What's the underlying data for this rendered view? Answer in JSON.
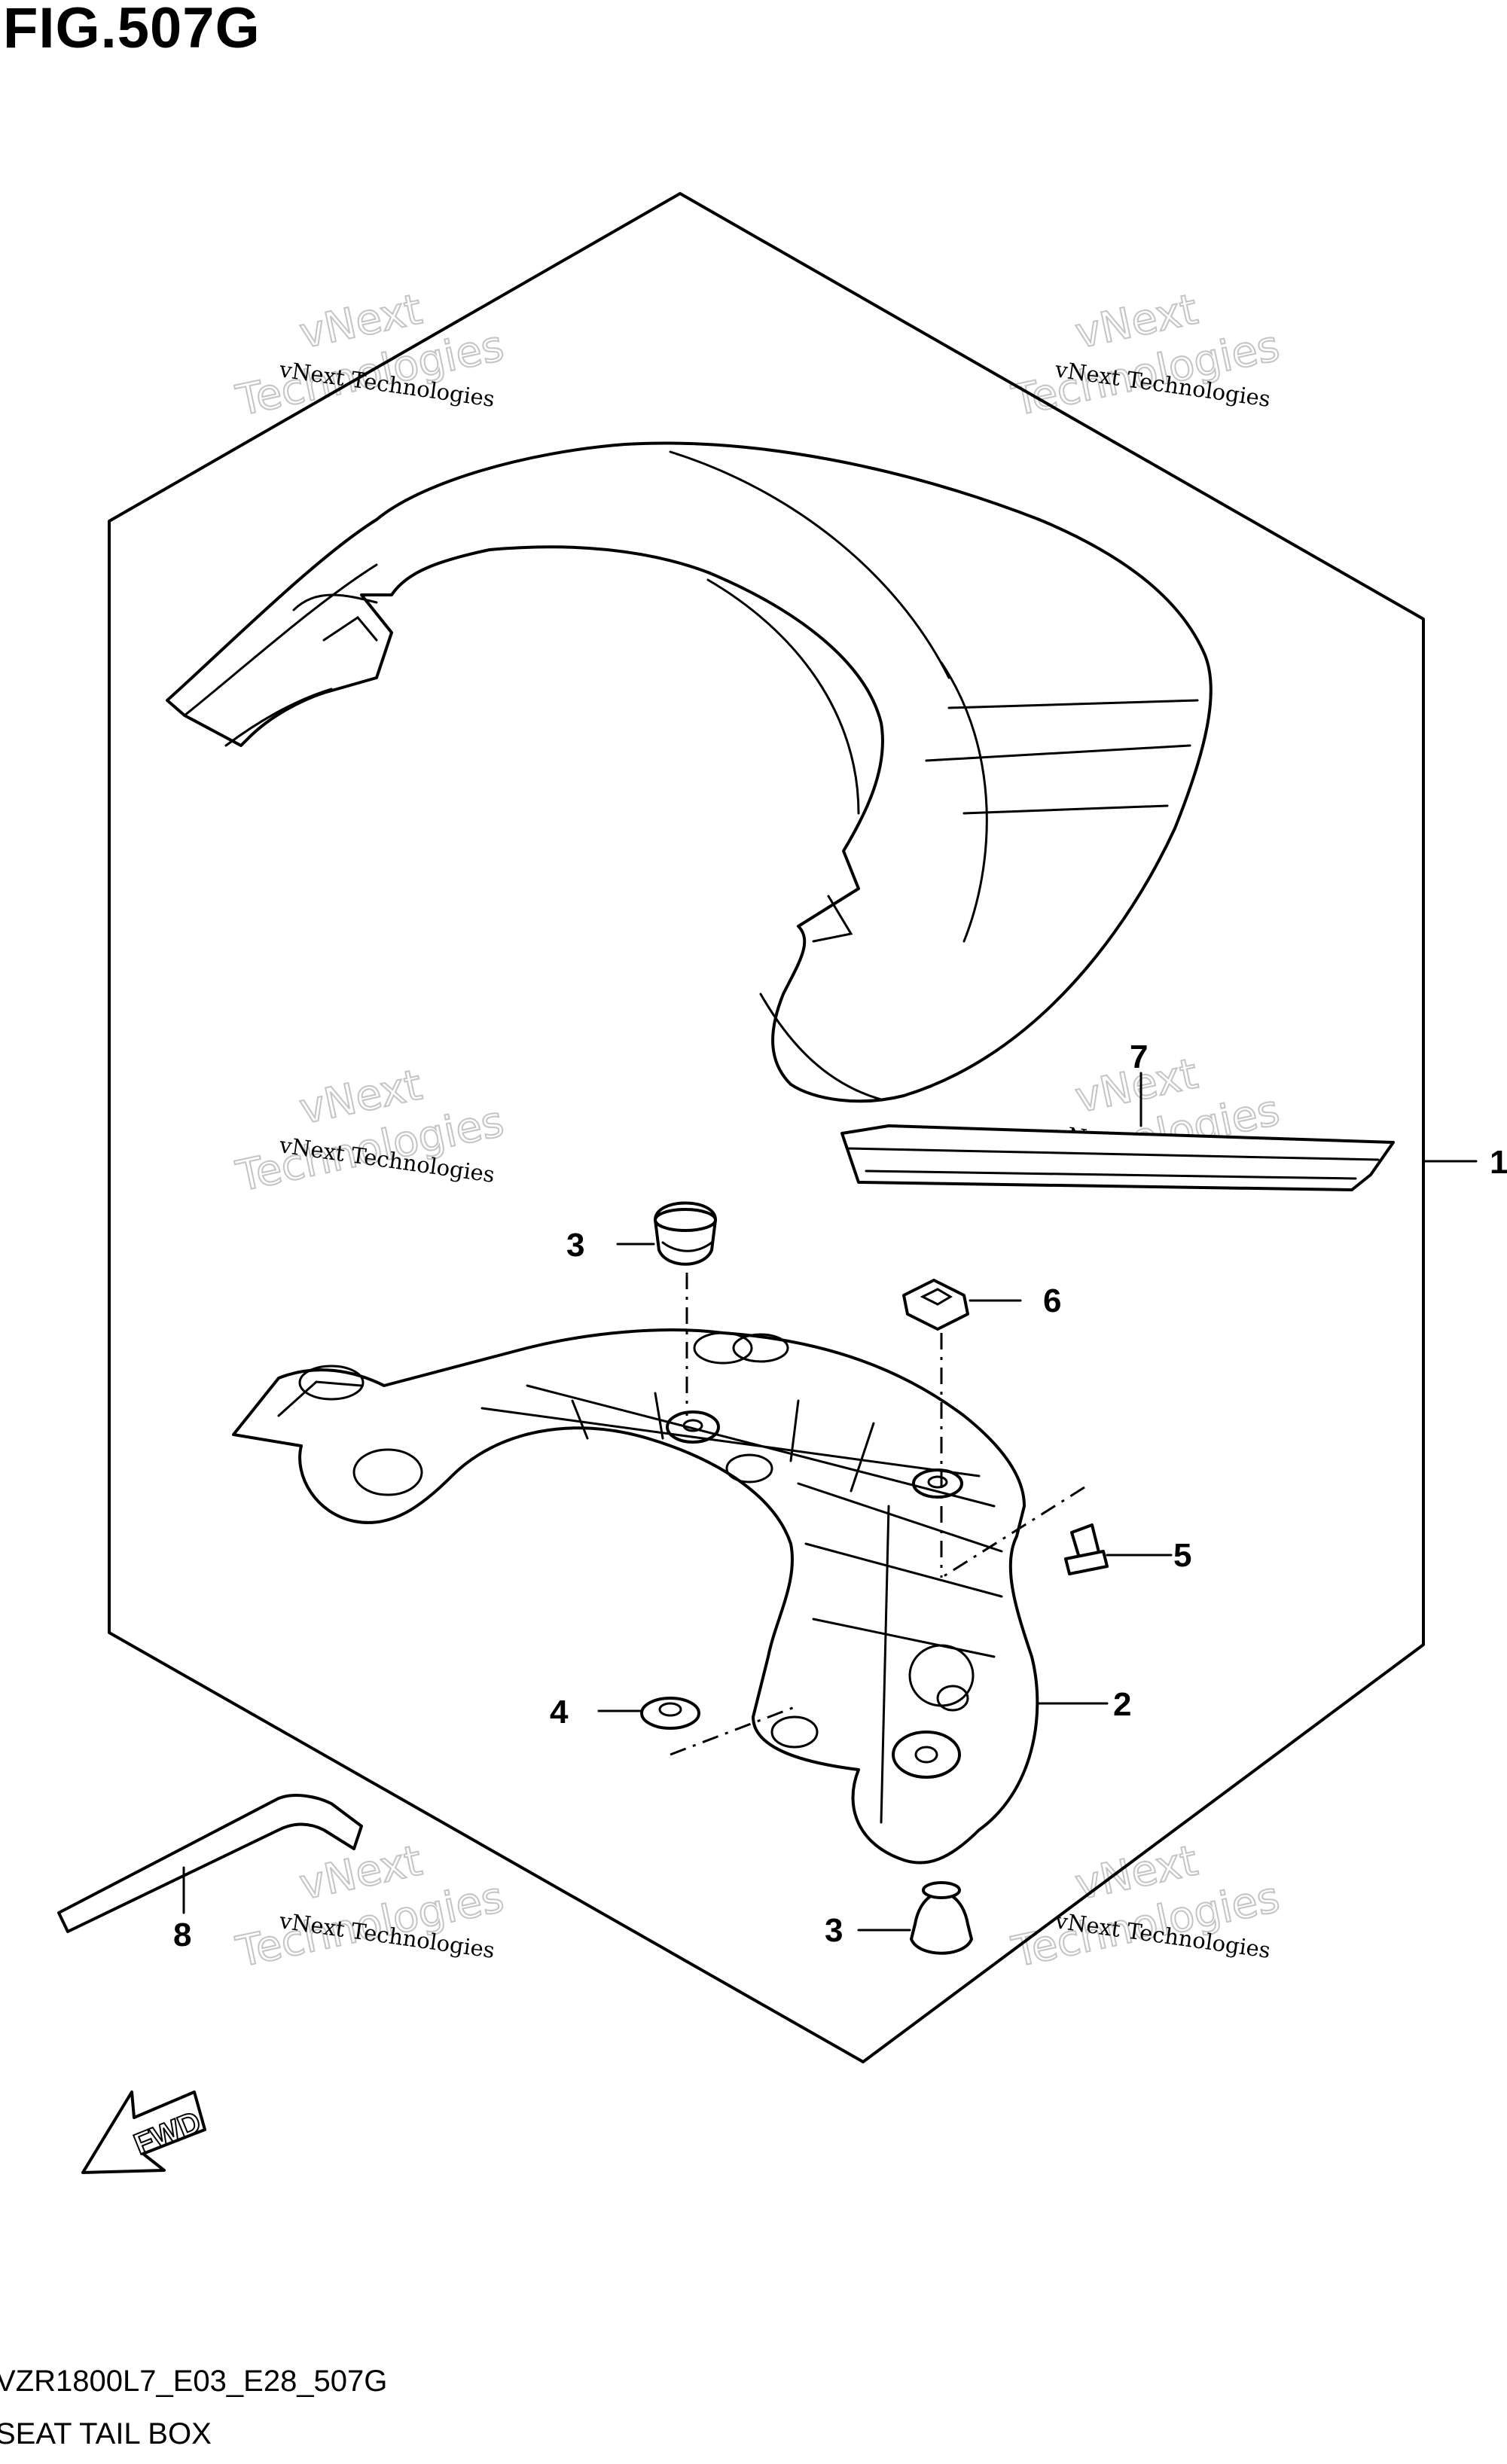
{
  "figure": {
    "title": "FIG.507G",
    "model_code": "VZR1800L7_E03_E28_507G",
    "name": "SEAT TAIL BOX"
  },
  "callouts": [
    {
      "id": "c1",
      "label": "1"
    },
    {
      "id": "c2",
      "label": "2"
    },
    {
      "id": "c3a",
      "label": "3"
    },
    {
      "id": "c3b",
      "label": "3"
    },
    {
      "id": "c4",
      "label": "4"
    },
    {
      "id": "c5",
      "label": "5"
    },
    {
      "id": "c6",
      "label": "6"
    },
    {
      "id": "c7",
      "label": "7"
    },
    {
      "id": "c8",
      "label": "8"
    }
  ],
  "watermark": {
    "line1": "vNext Technologies",
    "line2": "vNext",
    "line3": "Technologies"
  },
  "badge": {
    "text": "FWD"
  },
  "colors": {
    "ink": "#000000",
    "watermark_outline": "#c4c4c4",
    "background": "#ffffff"
  }
}
